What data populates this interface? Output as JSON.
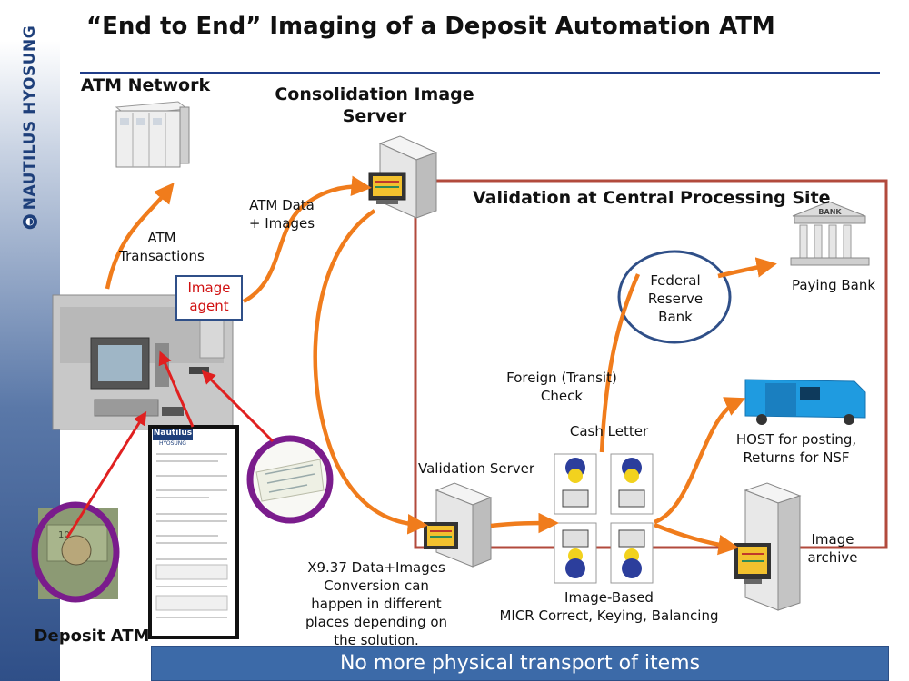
{
  "brand": {
    "name": "NAUTILUS HYOSUNG"
  },
  "title": "“End to End” Imaging of a Deposit Automation ATM",
  "labels": {
    "atm_network": "ATM Network",
    "consolidation_server_1": "Consolidation Image",
    "consolidation_server_2": "Server",
    "validation_site": "Validation at Central Processing Site",
    "atm_data_1": "ATM Data",
    "atm_data_2": "+ Images",
    "atm_transactions_1": "ATM",
    "atm_transactions_2": "Transactions",
    "image_agent_1": "Image",
    "image_agent_2": "agent",
    "federal_reserve_1": "Federal",
    "federal_reserve_2": "Reserve",
    "federal_reserve_3": "Bank",
    "paying_bank": "Paying Bank",
    "bank_sign": "BANK",
    "foreign_check_1": "Foreign (Transit)",
    "foreign_check_2": "Check",
    "cash_letter": "Cash Letter",
    "host_posting_1": "HOST for posting,",
    "host_posting_2": "Returns for NSF",
    "validation_server": "Validation Server",
    "image_archive_1": "Image",
    "image_archive_2": "archive",
    "x937_1": "X9.37 Data+Images",
    "x937_2": "Conversion can",
    "x937_3": "happen in different",
    "x937_4": "places depending on",
    "x937_5": "the solution.",
    "micr_1": "Image-Based",
    "micr_2": "MICR Correct, Keying, Balancing",
    "deposit_atm": "Deposit ATM"
  },
  "receipt": {
    "brand": "Nautilus",
    "brand_sub": "HYOSUNG"
  },
  "footer": "No more physical transport of items",
  "colors": {
    "arrow": "#f07c1c",
    "red_line": "#e02020",
    "box": "#b24a3c",
    "purple": "#7a1c8c",
    "navy": "#2f4f88",
    "footer_bg": "#3c6aa8"
  }
}
